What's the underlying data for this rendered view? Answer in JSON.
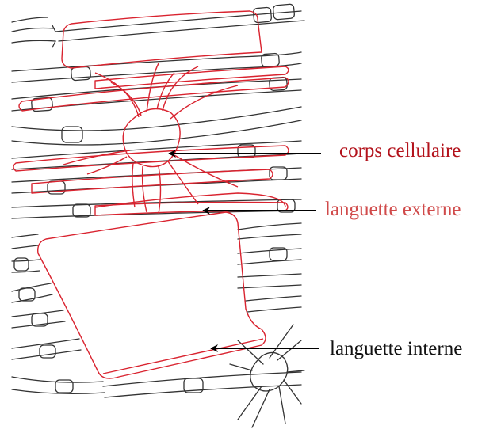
{
  "labels": {
    "corps_cellulaire": "corps cellulaire",
    "languette_externe": "languette externe",
    "languette_interne": "languette interne"
  },
  "colors": {
    "cell_outline": "#d9232f",
    "corps_cellulaire_text": "#b3121b",
    "languette_externe_text": "#d04a4a",
    "languette_interne_text": "#111111",
    "axon_outline": "#333333",
    "arrow": "#000000"
  }
}
